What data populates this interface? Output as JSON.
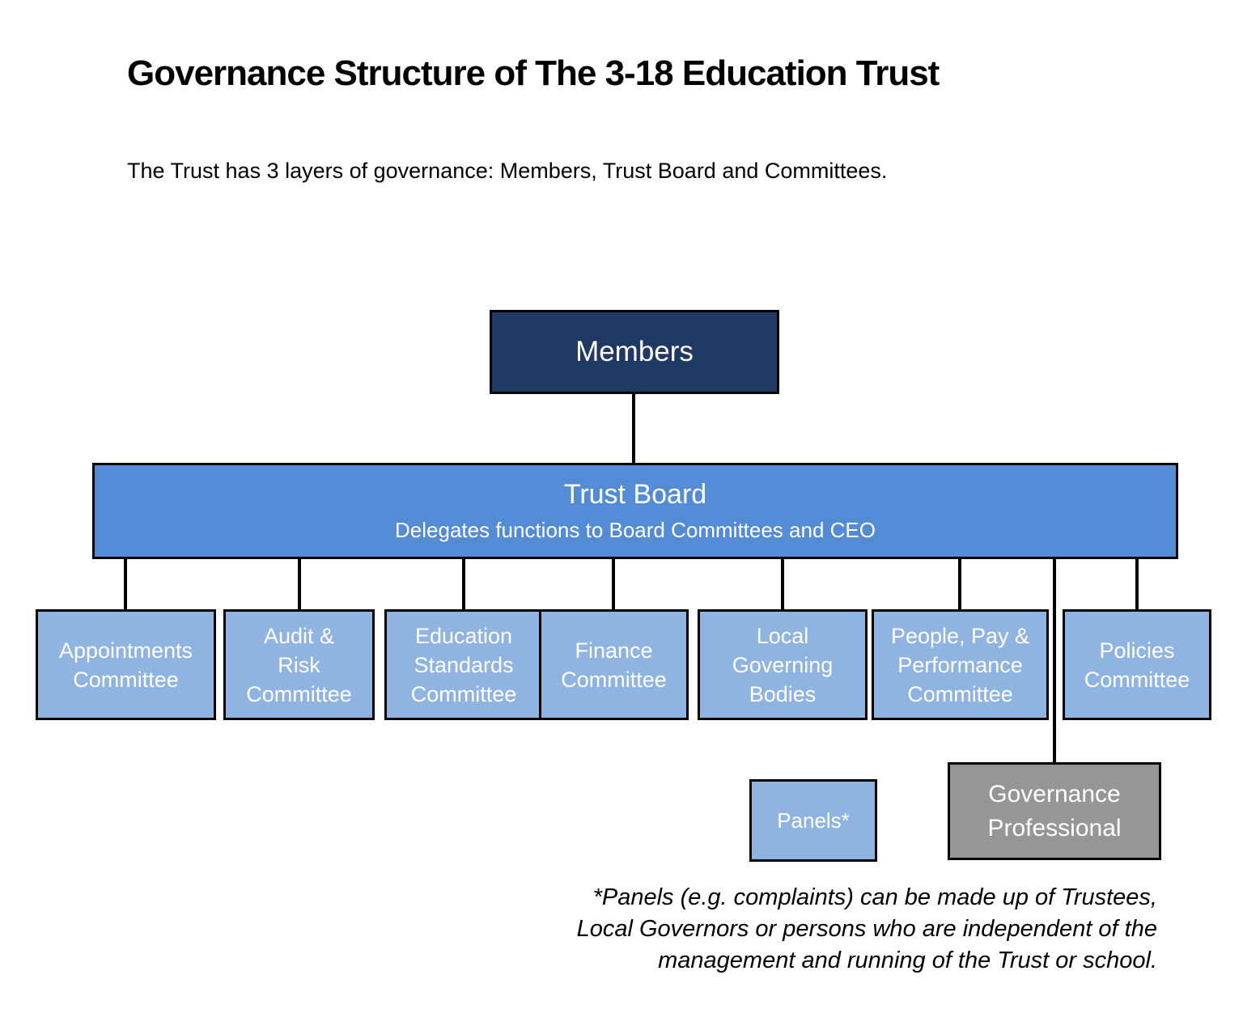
{
  "colors": {
    "members_bg": "#1F3864",
    "board_bg": "#538BD5",
    "committee_bg": "#8FB4E2",
    "panels_bg": "#8FB4E2",
    "professional_bg": "#969696",
    "connector": "#000000",
    "box_text": "#FFFFFF",
    "page_text": "#000000"
  },
  "header": {
    "title": "Governance Structure of The 3-18 Education Trust",
    "intro": "The Trust has 3 layers of governance: Members, Trust Board and Committees."
  },
  "diagram": {
    "members": {
      "label": "Members"
    },
    "trust_board": {
      "label": "Trust Board",
      "sublabel": "Delegates functions to Board Committees and CEO"
    },
    "committees": [
      {
        "id": "appointments",
        "label": "Appointments\nCommittee"
      },
      {
        "id": "audit-risk",
        "label": "Audit &\nRisk\nCommittee"
      },
      {
        "id": "education-standards",
        "label": "Education\nStandards\nCommittee"
      },
      {
        "id": "finance",
        "label": "Finance\nCommittee"
      },
      {
        "id": "local-governing-bodies",
        "label": "Local\nGoverning\nBodies"
      },
      {
        "id": "people-pay-performance",
        "label": "People, Pay &\nPerformance\nCommittee"
      },
      {
        "id": "policies",
        "label": "Policies\nCommittee"
      }
    ],
    "panels": {
      "label": "Panels*"
    },
    "governance_professional": {
      "label": "Governance\nProfessional"
    },
    "footnote": "*Panels (e.g. complaints) can be made up of Trustees,\nLocal Governors or persons who are independent of the\nmanagement and running of the Trust or school."
  }
}
